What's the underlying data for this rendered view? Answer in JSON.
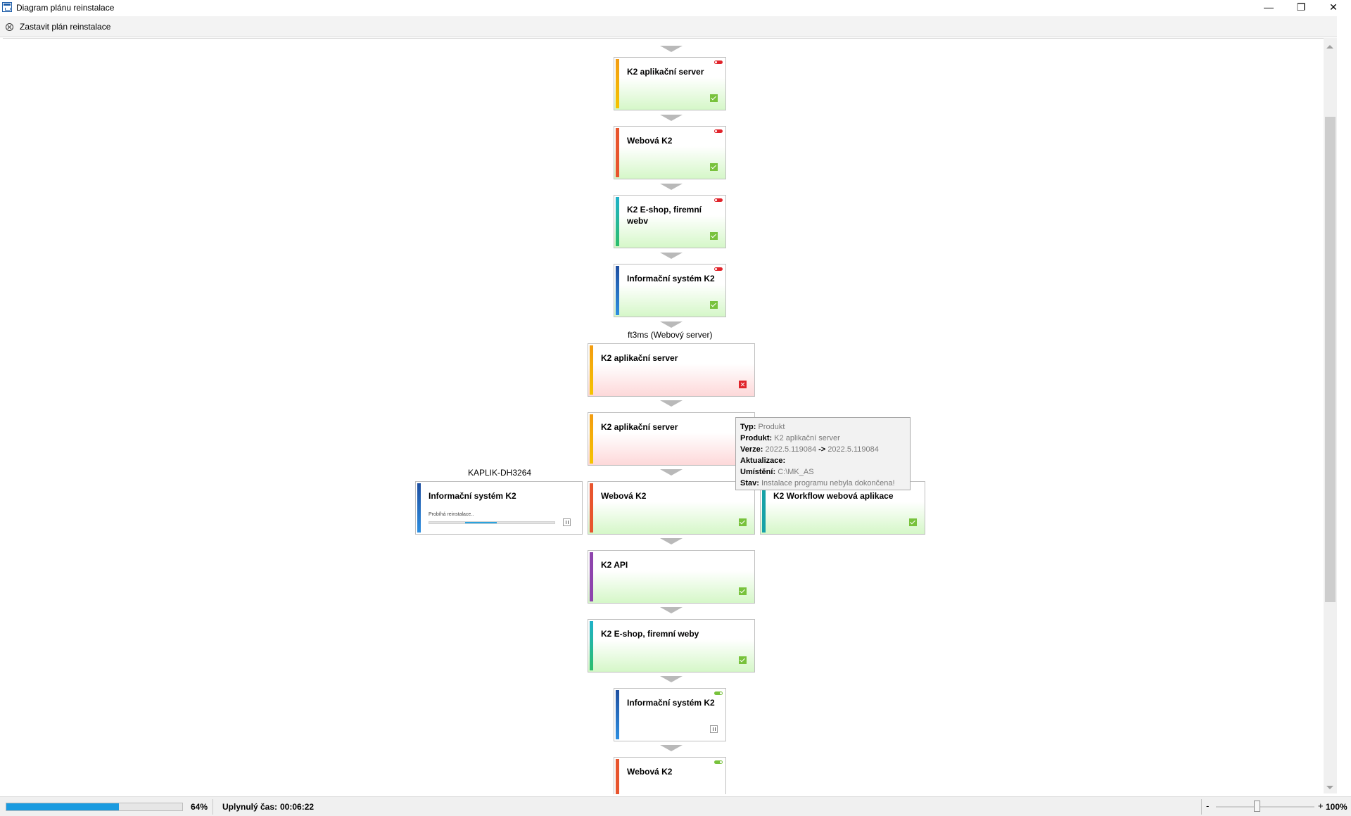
{
  "window": {
    "title": "Diagram plánu reinstalace",
    "minimize": "—",
    "restore": "❐",
    "close": "✕"
  },
  "toolbar": {
    "stop_label": "Zastavit plán reinstalace"
  },
  "groups": {
    "webserver": "ft3ms (Webový server)",
    "kaplik": "KAPLIK-DH3264"
  },
  "nodes": {
    "n1": {
      "name": "K2 aplikační server",
      "state": "ok",
      "toggle": "off"
    },
    "n2": {
      "name": "Webová K2",
      "state": "ok",
      "toggle": "off"
    },
    "n3": {
      "name": "K2 E-shop, firemní webv",
      "state": "ok",
      "toggle": "off"
    },
    "n4": {
      "name": "Informační systém K2",
      "state": "ok",
      "toggle": "off"
    },
    "n5": {
      "name": "K2 aplikační server",
      "state": "error"
    },
    "n6": {
      "name": "K2 aplikační server",
      "state": "error"
    },
    "n7": {
      "name": "Informační systém K2",
      "state": "running",
      "progress_text": "Probíhá reinstalace..",
      "progress": 0.25
    },
    "n8": {
      "name": "Webová K2",
      "state": "ok"
    },
    "n9": {
      "name": "K2 Workflow webová aplikace",
      "state": "ok"
    },
    "n10": {
      "name": "K2 API",
      "state": "ok"
    },
    "n11": {
      "name": "K2 E-shop, firemní weby",
      "state": "ok"
    },
    "n12": {
      "name": "Informační systém K2",
      "state": "paused",
      "toggle": "on"
    },
    "n13": {
      "name": "Webová K2",
      "toggle": "on"
    }
  },
  "tooltip": {
    "typ_label": "Typ:",
    "typ": "Produkt",
    "produkt_label": "Produkt:",
    "produkt": "K2 aplikační server",
    "verze_label": "Verze:",
    "verze_from": "2022.5.119084",
    "verze_arrow": "->",
    "verze_to": "2022.5.119084",
    "aktualizace_label": "Aktualizace:",
    "umisteni_label": "Umístění:",
    "umisteni": "C:\\MK_AS",
    "stav_label": "Stav:",
    "stav": "Instalace programu nebyla dokončena!"
  },
  "statusbar": {
    "progress": 64,
    "percent_label": "64%",
    "elapsed_label": "Uplynulý čas:",
    "elapsed": "00:06:22",
    "zoom_minus": "-",
    "zoom_plus": "+",
    "zoom": "100%",
    "zoom_fraction": 0.4
  },
  "colors": {
    "orange_yellow": "#f39c12",
    "red_orange": "#e8552e",
    "teal_green": "#1fb1a4",
    "blue": "#1f5ea8",
    "purple": "#8e44ad",
    "teal": "#17a2a7",
    "ok": "#78c23c",
    "error": "#e0242b",
    "progress": "#1b9be0"
  }
}
